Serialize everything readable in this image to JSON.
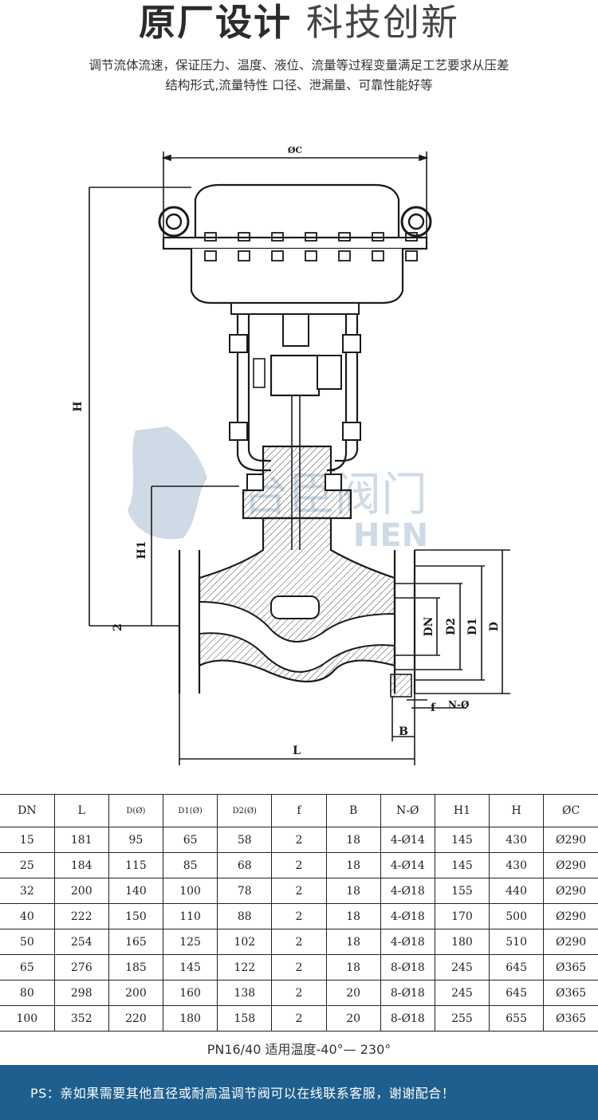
{
  "header": {
    "title_bold": "原厂设计",
    "title_light": "科技创新",
    "intro_line1": "调节流体流速，保证压力、温度、液位、流量等过程变量满足工艺要求从压差",
    "intro_line2": "结构形式,流量特性 口径、泄漏量、可靠性能好等"
  },
  "drawing": {
    "labels": {
      "oc": "ØC",
      "h": "H",
      "h1": "H1",
      "dn": "DN",
      "d2": "D2",
      "d1": "D1",
      "d": "D",
      "f": "f",
      "n": "N-Ø",
      "b": "B",
      "l": "L",
      "two": "2"
    },
    "watermark_cn": "台臣阀门",
    "watermark_en": "HEN",
    "colors": {
      "line": "#1a1a1a",
      "body": "#ffffff",
      "hatch": "#444444",
      "watermark": "#c9d6e3"
    }
  },
  "table": {
    "headers": [
      "DN",
      "L",
      "D(Ø)",
      "D1(Ø)",
      "D2(Ø)",
      "f",
      "B",
      "N-Ø",
      "H1",
      "H",
      "ØC"
    ],
    "rows": [
      [
        "15",
        "181",
        "95",
        "65",
        "58",
        "2",
        "18",
        "4-Ø14",
        "145",
        "430",
        "Ø290"
      ],
      [
        "25",
        "184",
        "115",
        "85",
        "68",
        "2",
        "18",
        "4-Ø14",
        "145",
        "430",
        "Ø290"
      ],
      [
        "32",
        "200",
        "140",
        "100",
        "78",
        "2",
        "18",
        "4-Ø18",
        "155",
        "440",
        "Ø290"
      ],
      [
        "40",
        "222",
        "150",
        "110",
        "88",
        "2",
        "18",
        "4-Ø18",
        "170",
        "500",
        "Ø290"
      ],
      [
        "50",
        "254",
        "165",
        "125",
        "102",
        "2",
        "18",
        "4-Ø18",
        "180",
        "510",
        "Ø290"
      ],
      [
        "65",
        "276",
        "185",
        "145",
        "122",
        "2",
        "18",
        "8-Ø18",
        "245",
        "645",
        "Ø365"
      ],
      [
        "80",
        "298",
        "200",
        "160",
        "138",
        "2",
        "20",
        "8-Ø18",
        "245",
        "645",
        "Ø365"
      ],
      [
        "100",
        "352",
        "220",
        "180",
        "158",
        "2",
        "20",
        "8-Ø18",
        "255",
        "655",
        "Ø365"
      ]
    ]
  },
  "note": "PN16/40  适用温度-40°— 230°",
  "footer": {
    "text": "PS：亲如果需要其他直径或耐高温调节阀可以在线联系客服，谢谢配合！",
    "background": "#1f5f8d"
  }
}
